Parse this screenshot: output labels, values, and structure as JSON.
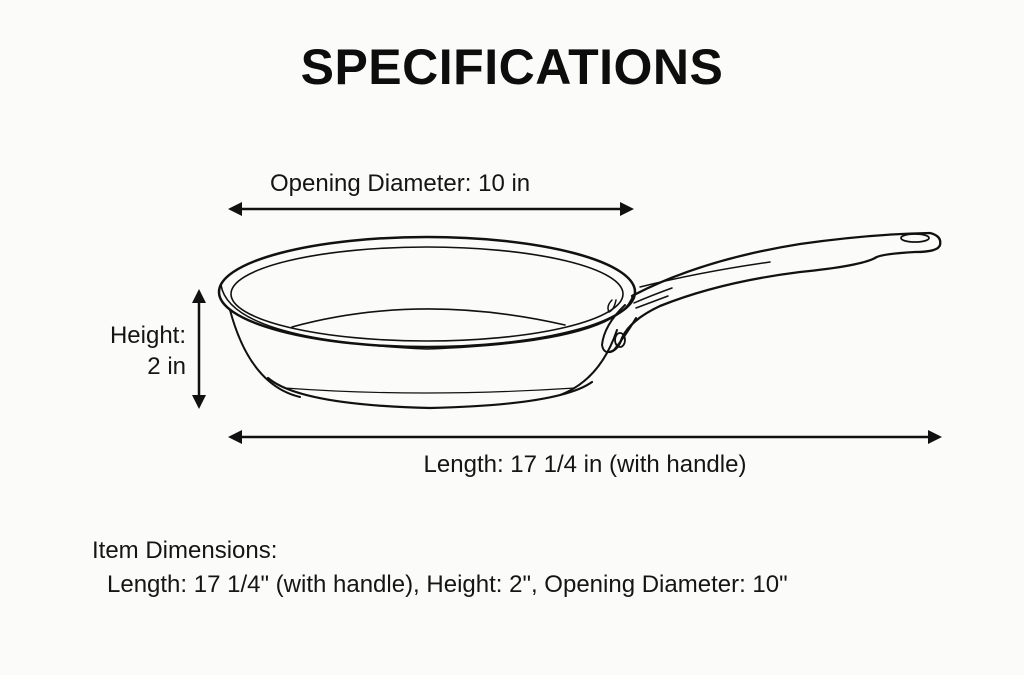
{
  "title": "SPECIFICATIONS",
  "diagram": {
    "subject": "frying-pan",
    "labels": {
      "opening_diameter": "Opening Diameter: 10 in",
      "height_line1": "Height:",
      "height_line2": "2 in",
      "length": "Length: 17 1/4 in (with handle)"
    },
    "line_color": "#111111"
  },
  "item_dimensions": {
    "heading": "Item Dimensions:",
    "summary": "Length: 17 1/4\" (with handle), Height: 2\", Opening Diameter: 10\""
  }
}
